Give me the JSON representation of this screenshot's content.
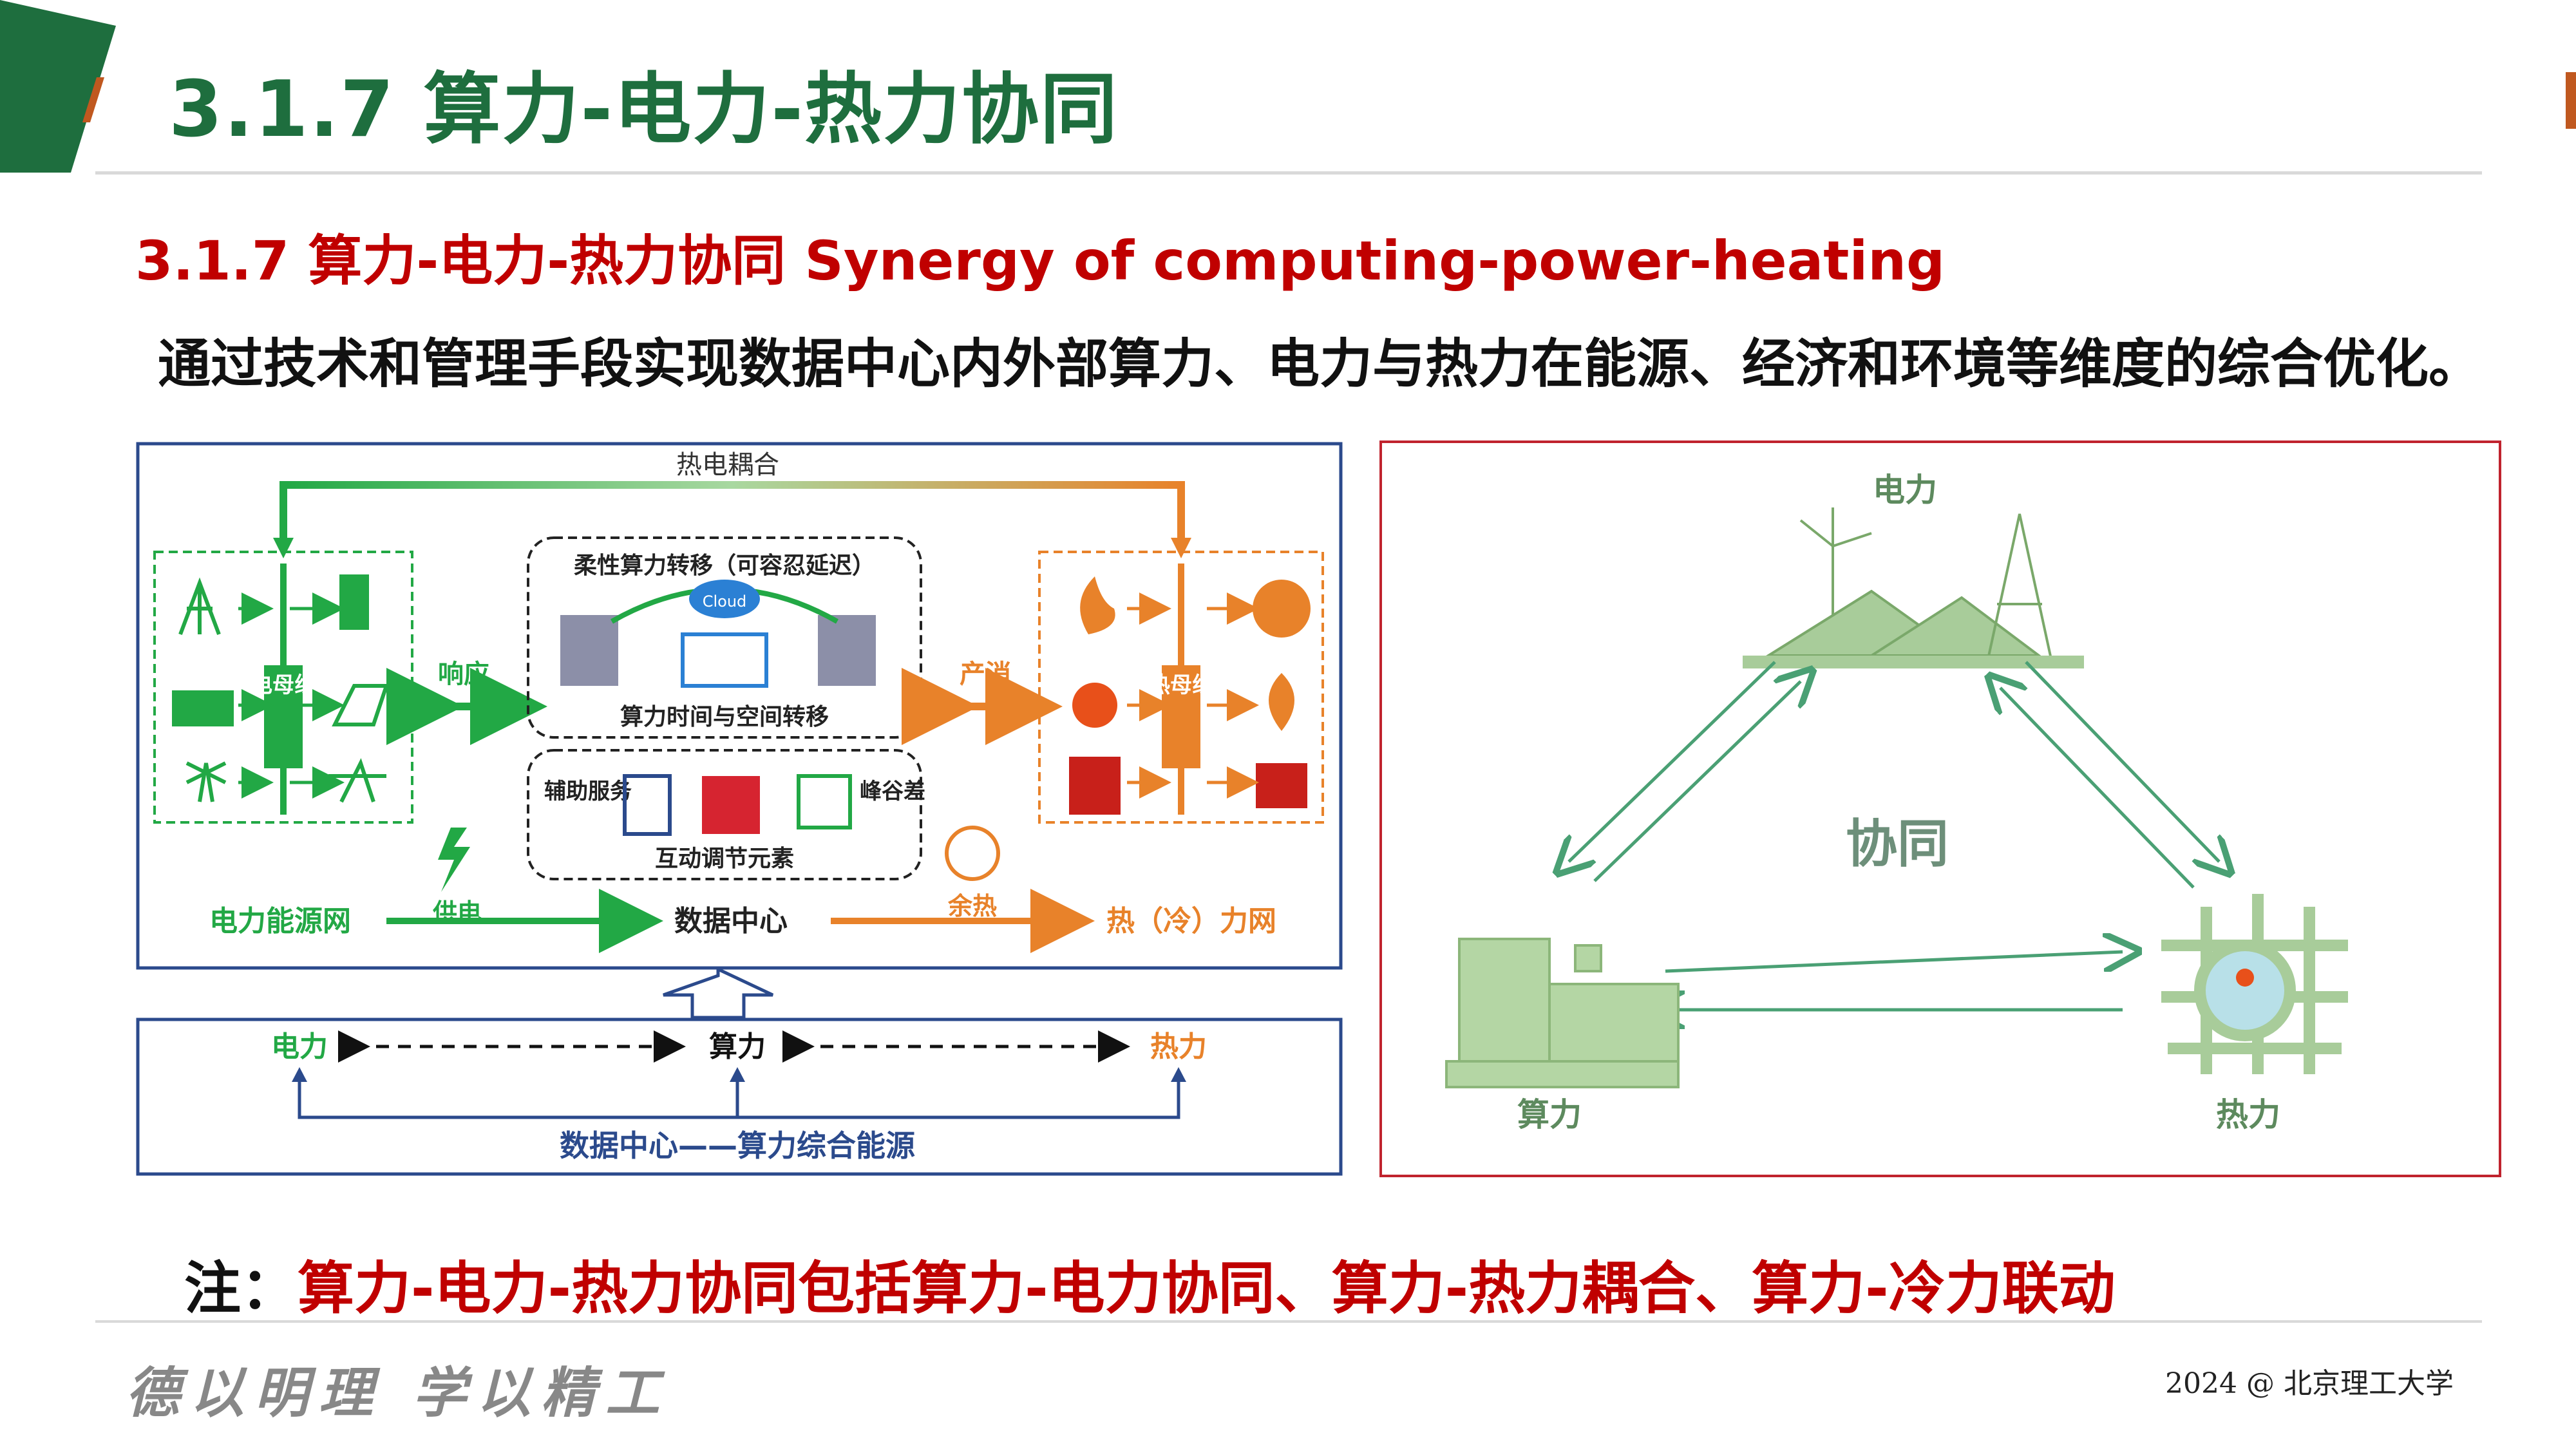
{
  "header": {
    "title": "3.1.7  算力-电力-热力协同",
    "accent_colors": {
      "green": "#1e6e3e",
      "orange": "#c0581f",
      "red": "#c00000"
    }
  },
  "subtitle": "3.1.7  算力-电力-热力协同 Synergy of computing-power-heating",
  "intro": "通过技术和管理手段实现数据中心内外部算力、电力与热力在能源、经济和环境等维度的综合优化。",
  "left_figure": {
    "top_label": "热电耦合",
    "power_bus_label": "电母线",
    "heat_bus_label": "热母线",
    "flex_title": "柔性算力转移（可容忍延迟）",
    "cloud_label": "Cloud",
    "flex_caption": "算力时间与空间转移",
    "aux_service": "辅助服务",
    "peak_valley": "峰谷差",
    "interactive_caption": "互动调节元素",
    "respond_label": "响应",
    "consume_label": "产消",
    "supply_label": "供电",
    "waste_heat_label": "余热",
    "grid_label": "电力能源网",
    "dc_label": "数据中心",
    "heat_grid_label": "热（冷）力网",
    "bottom_power": "电力",
    "bottom_compute": "算力",
    "bottom_heat": "热力",
    "bottom_caption": "数据中心——算力综合能源"
  },
  "right_figure": {
    "top_label": "电力",
    "center_label": "协同",
    "left_label": "算力",
    "right_label": "热力"
  },
  "note": {
    "label": "注：",
    "text": "算力-电力-热力协同包括算力-电力协同、算力-热力耦合、算力-冷力联动"
  },
  "footer": {
    "motto": "德以明理  学以精工",
    "right": "2024 @ 北京理工大学"
  }
}
